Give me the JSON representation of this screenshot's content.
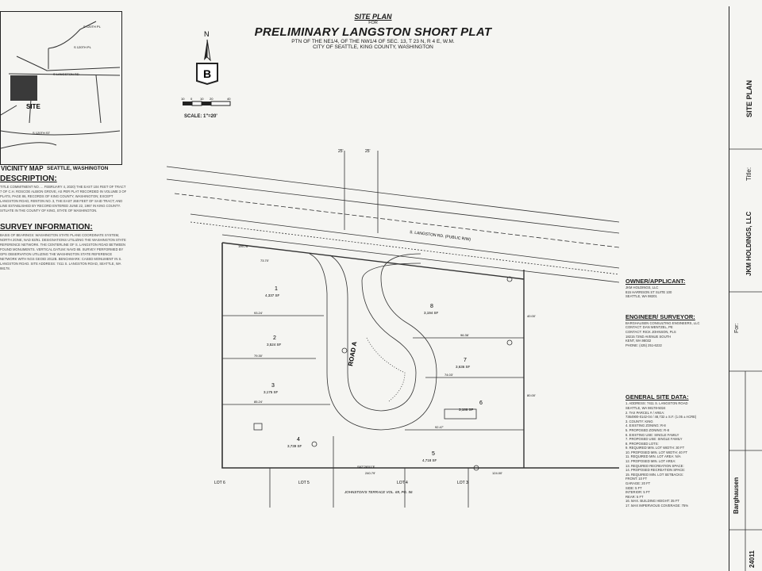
{
  "vicinity": {
    "title": "VICINITY MAP",
    "location": "SEATTLE, WASHINGTON",
    "site_label": "SITE",
    "roads": [
      "S 120TH PL",
      "S 120TH PL",
      "S LANGSTON RD",
      "S 120TH ST"
    ]
  },
  "notes": {
    "legal_heading": "DESCRIPTION:",
    "legal_text": "TITLE COMMITMENT NO. ... FEBRUARY 4, 2020) THE EAST 104 FEET OF TRACT 7 OF C.H. ROSCOE ALBION GROVE, AS PER PLAT RECORDED IN VOLUME 3 OF PLATS, PAGE 86, RECORDS OF KING COUNTY, WASHINGTON; EXCEPT LANGSTON ROAD, RENTON NO. 3, THE EAST 268 FEET OF SAID TRACT; AND LINE ESTABLISHED BY RECORD ENTERED JUNE 22, 1967 IN KING COUNTY. SITUATE IN THE COUNTY OF KING, STATE OF WASHINGTON.",
    "survey_heading": "SURVEY INFORMATION:",
    "survey_text": "BASIS OF BEARINGS: WASHINGTON STATE PLANE COORDINATE SYSTEM, NORTH ZONE, NAD 83/91. DESIGNATIONS UTILIZING THE WASHINGTON STATE REFERENCE NETWORK. THE CENTERLINE OF S. LANGSTON ROAD BETWEEN FOUND MONUMENTS. VERTICAL DATUM: NAVD 88. SURVEY PERFORMED BY GPS OBSERVATION UTILIZING THE WASHINGTON STATE REFERENCE NETWORK WITH NGS GEOID 2012B. BENCHMARK: CASED MONUMENT IN S. LANGSTON ROAD. SITE ADDRESS: 7411 S. LANGSTON ROAD, SEATTLE, WA 98178."
  },
  "header": {
    "label": "SITE PLAN",
    "for": "FOR",
    "title": "PRELIMINARY LANGSTON SHORT PLAT",
    "subtitle": "PTN OF THE NE1/4, OF THE NW1/4 OF SEC. 13, T 23 N, R 4 E, W.M.",
    "city": "CITY OF SEATTLE, KING COUNTY, WASHINGTON"
  },
  "north": {
    "letter": "N",
    "logo": "B"
  },
  "scale": {
    "label": "SCALE: 1\"=20'",
    "ticks": [
      "10",
      "0",
      "10",
      "20",
      "40"
    ]
  },
  "plan": {
    "street": "S. LANGSTON RD. (PUBLIC R/W)",
    "road_a": "ROAD A",
    "lots": [
      {
        "id": "lot-1",
        "num": "1",
        "area": "4,337 SF"
      },
      {
        "id": "lot-2",
        "num": "2",
        "area": "3,524 SF"
      },
      {
        "id": "lot-3",
        "num": "3",
        "area": "3,175 SF"
      },
      {
        "id": "lot-4",
        "num": "4",
        "area": "3,739 SF"
      },
      {
        "id": "lot-5",
        "num": "5",
        "area": "4,718 SF"
      },
      {
        "id": "lot-6",
        "num": "6",
        "area": "3,186 SF"
      },
      {
        "id": "lot-7",
        "num": "7",
        "area": "3,636 SF"
      },
      {
        "id": "lot-8",
        "num": "8",
        "area": "3,194 SF"
      }
    ],
    "dims": [
      "25'",
      "25'",
      "73.70'",
      "93.24'",
      "79.30'",
      "85.24'",
      "96.36'",
      "74.03'",
      "92.47'",
      "199.76'",
      "240.79'",
      "124.00'",
      "40.00'",
      "80.00'"
    ],
    "bottom_lots": [
      "LOT 6",
      "LOT 5",
      "LOT 4",
      "LOT 3"
    ],
    "plat_ref": "JOHNSTON'S TERRACE VOL. 69, PG. 56",
    "bearing": "S87°28'01\"E"
  },
  "owner": {
    "heading": "OWNER/APPLICANT:",
    "lines": [
      "JKM HOLDINGS, LLC",
      "815 HARRISON ST SUITE 100",
      "SEATTLE, WA 98201"
    ]
  },
  "engineer": {
    "heading": "ENGINEER/ SURVEYOR:",
    "lines": [
      "BARGHAUSEN CONSULTING ENGINEERS, LLC",
      "CONTACT: DAN WENTZEL, PE",
      "CONTACT: RICK JOHNSON, PLS",
      "18215 72ND AVENUE SOUTH",
      "KENT, WA 98032",
      "PHONE: (425) 251-6222"
    ]
  },
  "general": {
    "heading": "GENERAL SITE DATA:",
    "lines": [
      "1. ADDRESS: 7411 S. LANGSTON ROAD",
      "   SEATTLE, WA 98178-5024",
      "2. TAX PARCEL # / AREA:",
      "   7364900-0142-04 / 48,732 ± S.F. (1.05 ± ACRE)",
      "3. COUNTY: KING",
      "4. EXISTING ZONING: R-8",
      "5. PROPOSED ZONING: R-8",
      "6. EXISTING USE: SINGLE FAMILY",
      "7. PROPOSED USE: SINGLE FAMILY",
      "8. PROPOSED LOTS:",
      "9. REQUIRED MIN. LOT WIDTH: 30 FT",
      "10. PROPOSED MIN. LOT WIDTH: 40 FT",
      "11. REQUIRED MIN. LOT AREA: N/A",
      "12. PROPOSED MIN. LOT AREA:",
      "13. REQUIRED RECREATION SPACE:",
      "14. PROPOSED RECREATION SPACE:",
      "15. REQUIRED MIN. LOT SETBACKS:",
      "    FRONT: 10 FT",
      "    GARAGE: 20 FT",
      "    SIDE: 5 FT",
      "    INTERIOR: 5 FT",
      "    REAR: 5 FT",
      "16. MAX. BUILDING HEIGHT: 35 FT",
      "17. MAX IMPERVIOUS COVERAGE: 75%"
    ]
  },
  "titleblock": {
    "sheet": "SITE PLAN",
    "title_label": "Title:",
    "for_label": "For:",
    "client": "JKM HOLDINGS, LLC",
    "firm": "Barghausen",
    "job": "24011"
  }
}
